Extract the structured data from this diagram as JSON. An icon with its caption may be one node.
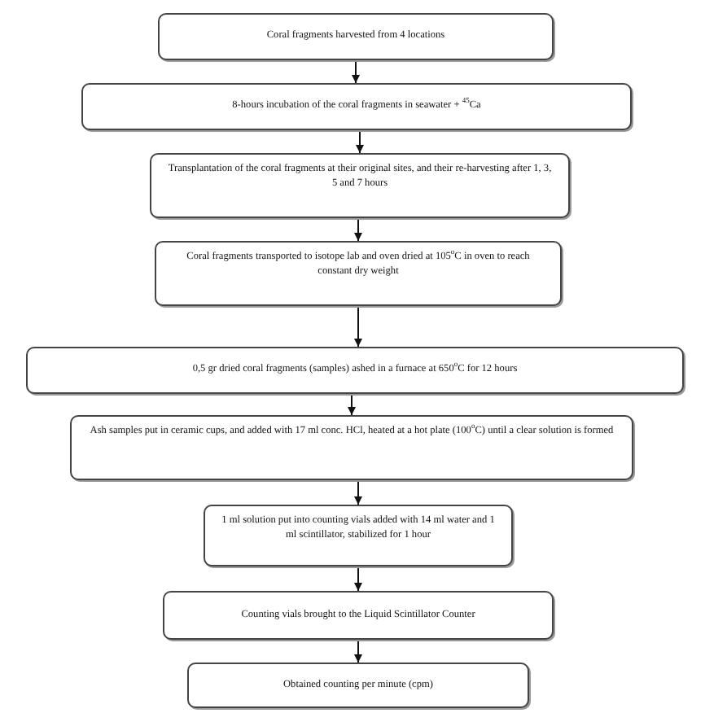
{
  "diagram": {
    "nodes": [
      {
        "text": [
          "Coral fragments harvested from 4 locations"
        ]
      },
      {
        "text": [
          "8-hours incubation of the coral fragments in seawater + $^{45}$Ca"
        ]
      },
      {
        "text": [
          "Transplantation of the coral fragments at their original sites, and their re-harvesting after 1, 3, 5 and 7 hours"
        ]
      },
      {
        "text": [
          "Coral fragments transported to isotope lab and oven dried at 105$^{o}$C in oven to reach constant dry weight"
        ]
      },
      {
        "text": [
          "0,5 gr dried coral fragments (samples) ashed in a furnace at 650$^{o}$C for 12 hours"
        ]
      },
      {
        "text": [
          "Ash samples put in ceramic cups, and added with 17 ml conc. HCl, heated at a hot plate (100$^{o}$C) until a clear solution is formed"
        ]
      },
      {
        "text": [
          "1 ml solution put into counting vials added with 14 ml water and 1 ml scintillator, stabilized for 1 hour"
        ]
      },
      {
        "text": [
          "Counting vials brought to the Liquid Scintillator Counter"
        ]
      },
      {
        "text": [
          "Obtained counting per minute (cpm)"
        ]
      }
    ],
    "edges": [
      {
        "from": 0,
        "to": 1,
        "arrow": "to"
      },
      {
        "from": 1,
        "to": 2,
        "arrow": "to"
      },
      {
        "from": 2,
        "to": 3,
        "arrow": "to"
      },
      {
        "from": 3,
        "to": 4,
        "arrow": "to"
      },
      {
        "from": 4,
        "to": 5,
        "arrow": "to"
      },
      {
        "from": 5,
        "to": 6,
        "arrow": "to"
      },
      {
        "from": 6,
        "to": 7,
        "arrow": "to"
      },
      {
        "from": 7,
        "to": 8,
        "arrow": "to"
      }
    ]
  }
}
